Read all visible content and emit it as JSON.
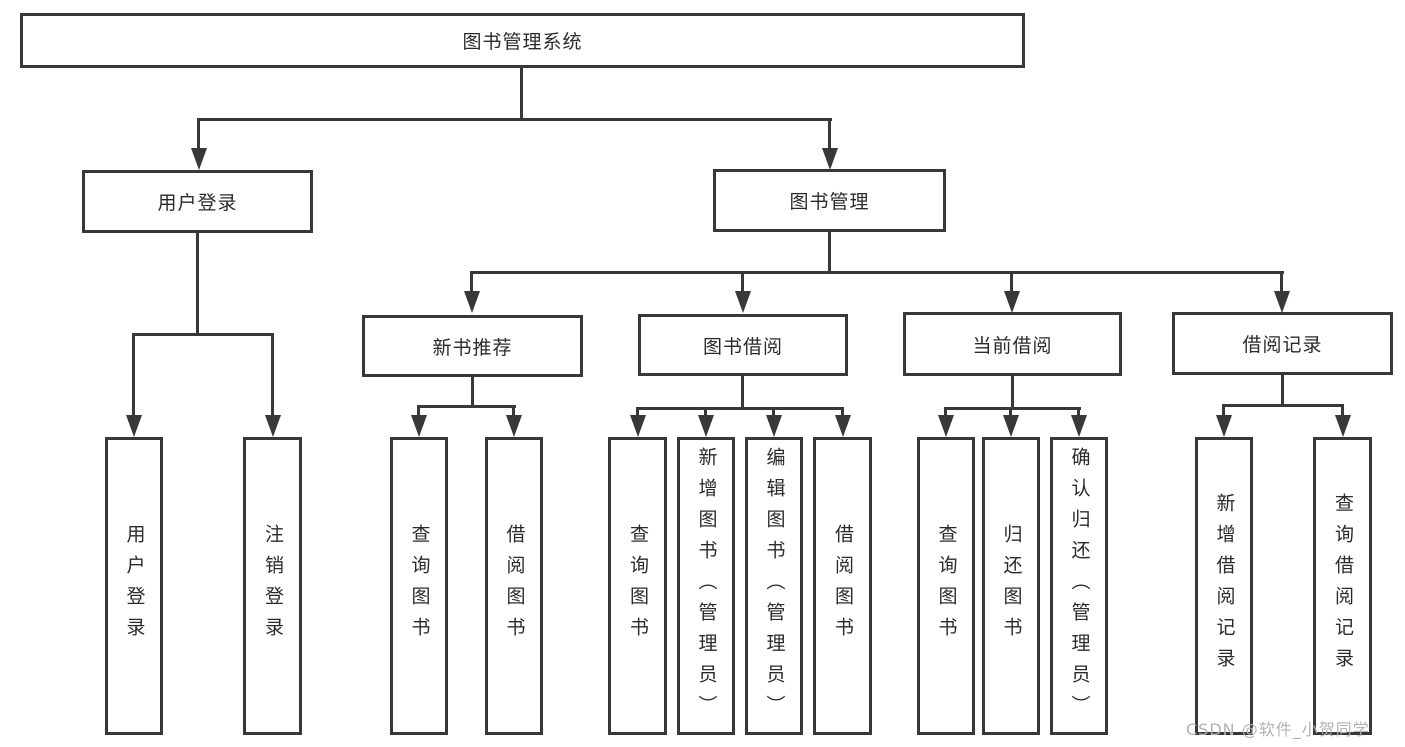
{
  "diagram": {
    "root": "图书管理系统",
    "level2": [
      {
        "label": "用户登录",
        "children": [
          "用户登录",
          "注销登录"
        ]
      },
      {
        "label": "图书管理"
      }
    ],
    "level3": [
      {
        "label": "新书推荐",
        "children": [
          "查询图书",
          "借阅图书"
        ]
      },
      {
        "label": "图书借阅",
        "children": [
          "查询图书",
          "新增图书（管理员）",
          "编辑图书（管理员）",
          "借阅图书"
        ]
      },
      {
        "label": "当前借阅",
        "children": [
          "查询图书",
          "归还图书",
          "确认归还（管理员）"
        ]
      },
      {
        "label": "借阅记录",
        "children": [
          "新增借阅记录",
          "查询借阅记录"
        ]
      }
    ],
    "watermark": "CSDN @软件_小贺同学",
    "colors": {
      "line": "#383838",
      "text": "#2b2b2b",
      "watermark": "#b3b3b3",
      "background": "#ffffff"
    }
  }
}
